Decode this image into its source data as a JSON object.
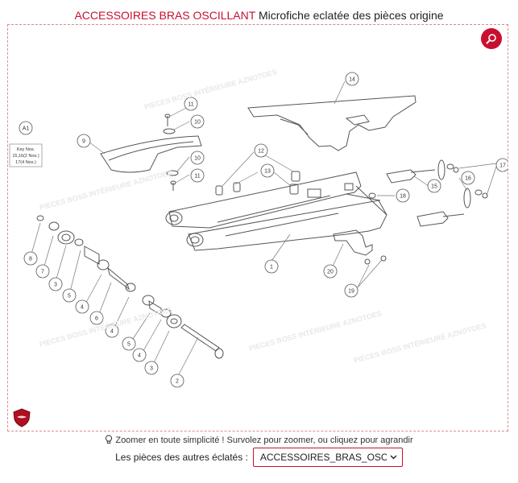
{
  "header": {
    "title_accent": "ACCESSOIRES BRAS OSCILLANT",
    "title_rest": "Microfiche eclatée des pièces origine"
  },
  "diagram": {
    "callouts": {
      "c1": "1",
      "c2": "2",
      "c3a": "3",
      "c3b": "3",
      "c4a": "4",
      "c4b": "4",
      "c4c": "4",
      "c5a": "5",
      "c5b": "5",
      "c6": "6",
      "c7": "7",
      "c8": "8",
      "c9": "9",
      "c10a": "10",
      "c10b": "10",
      "c11a": "11",
      "c11b": "11",
      "c12": "12",
      "c13": "13",
      "c14": "14",
      "c15": "15",
      "c16": "16",
      "c17": "17",
      "c18": "18",
      "c19": "19",
      "c20": "20",
      "cA1": "A1"
    },
    "key_box": {
      "line1": "Key Nos.",
      "line2": "15,16(2 Nos.)",
      "line3": "17(4 Nos.)"
    },
    "watermark": "PIECES BOSS INTÉRIEURE AZNOTOES"
  },
  "hint": {
    "text": "Zoomer en toute simplicité ! Survolez pour zoomer, ou cliquez pour agrandir"
  },
  "selector": {
    "label": "Les pièces des autres éclatés :",
    "value": "ACCESSOIRES_BRAS_OSCILLA"
  },
  "colors": {
    "accent": "#c8102e",
    "line": "#555555"
  }
}
